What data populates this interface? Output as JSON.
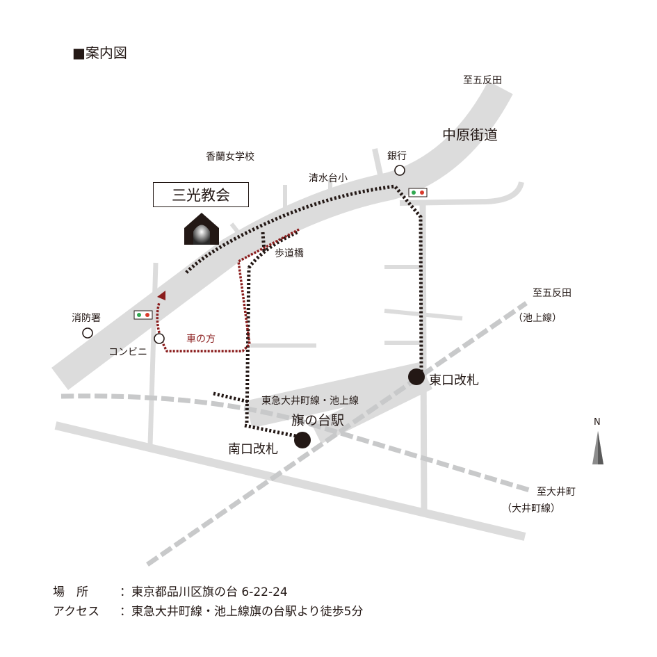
{
  "title": "■案内図",
  "church_name": "三光教会",
  "labels": {
    "to_gotanda_top": "至五反田",
    "nakahara_kaido": "中原街道",
    "bank": "銀行",
    "koran_school": "香蘭女学校",
    "shimizudai_school": "清水台小",
    "footbridge": "歩道橋",
    "fire_station": "消防署",
    "convenience_store": "コンビニ",
    "car_route": "車の方",
    "to_gotanda_right": "至五反田",
    "ikegami_line_paren": "（池上線）",
    "east_gate": "東口改札",
    "rail_lines": "東急大井町線・池上線",
    "hatanodai_station": "旗の台駅",
    "south_gate": "南口改札",
    "north": "N",
    "to_oimachi": "至大井町",
    "oimachi_line_paren": "（大井町線）"
  },
  "info": {
    "place_key": "場　所",
    "place_value": "：東京都品川区旗の台 6-22-24",
    "access_key": "アクセス",
    "access_value": "：東急大井町線・池上線旗の台駅より徒歩5分"
  },
  "colors": {
    "road": "#dcdcdc",
    "walk_route": "#231815",
    "car_route": "#8a1c1c",
    "rail": "#c8c9ca",
    "signal_green": "#2fa84f",
    "signal_red": "#d93a2b"
  }
}
